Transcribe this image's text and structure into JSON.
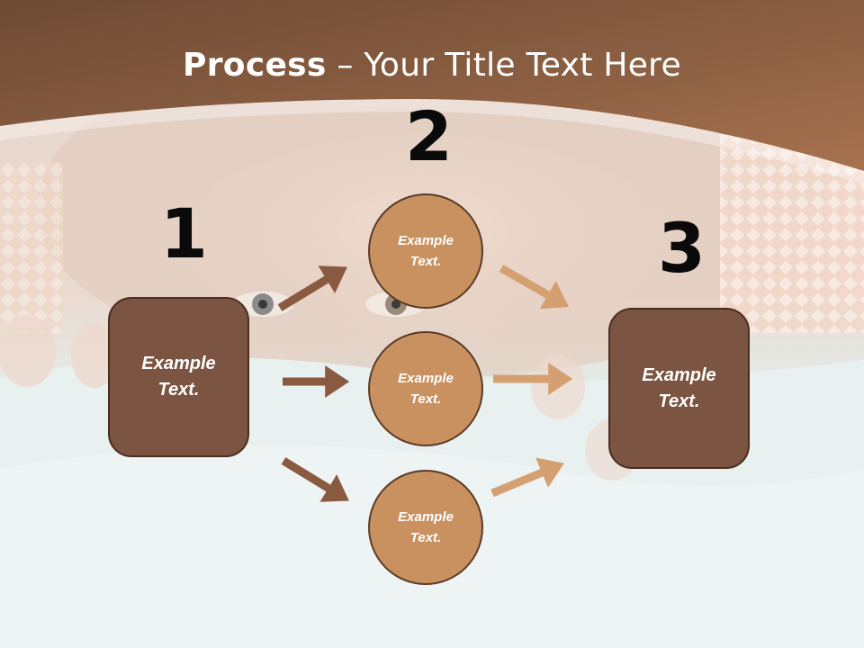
{
  "title": {
    "bold": "Process",
    "rest": " – Your Title Text Here"
  },
  "steps": [
    {
      "number": "1",
      "text_line1": "Example",
      "text_line2": "Text."
    },
    {
      "number": "2",
      "items": [
        {
          "line1": "Example",
          "line2": "Text."
        },
        {
          "line1": "Example",
          "line2": "Text."
        },
        {
          "line1": "Example",
          "line2": "Text."
        }
      ]
    },
    {
      "number": "3",
      "text_line1": "Example",
      "text_line2": "Text."
    }
  ],
  "colors": {
    "header": "#8a5e42",
    "box": "#7b5442",
    "circle": "#c99060",
    "arrow_dark": "#8a5a40",
    "arrow_light": "#d4a071"
  }
}
